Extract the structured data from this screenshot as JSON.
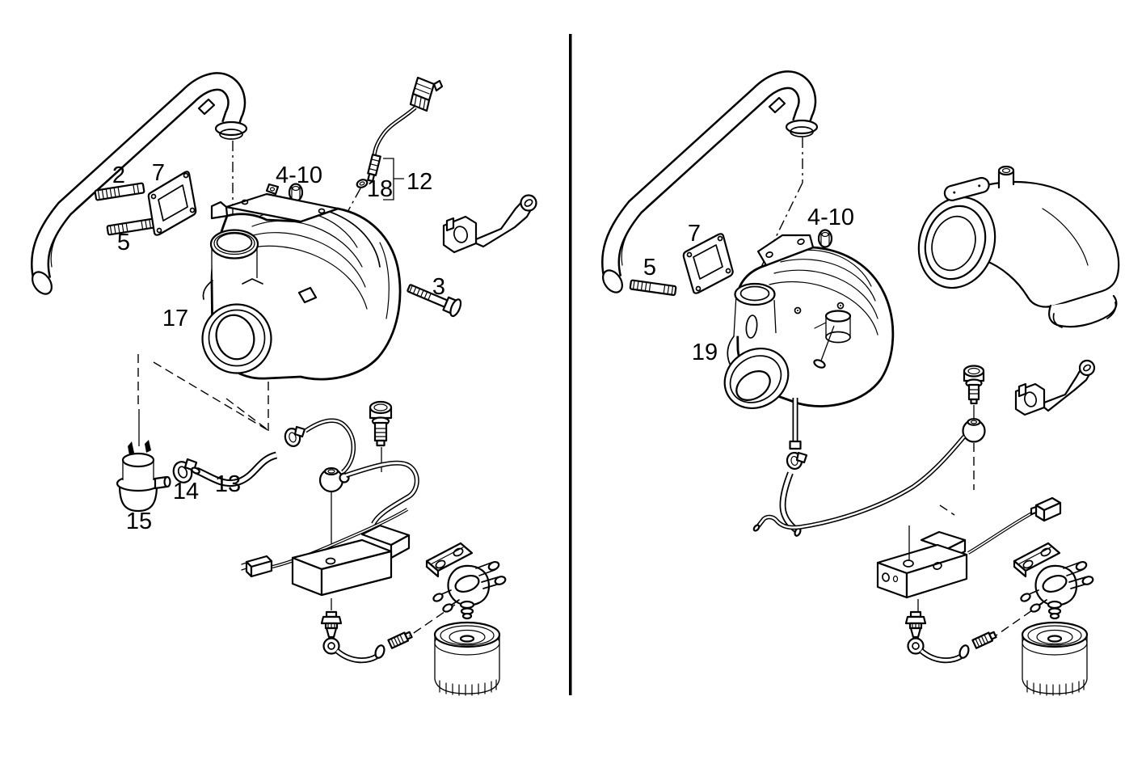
{
  "figure": {
    "type": "exploded-parts-diagram",
    "subject": "turbocharger with exhaust pipe, gaskets, sensor and fuel filter assembly",
    "panel_count": 2,
    "background_color": "#ffffff",
    "line_color": "#000000"
  },
  "left_panel": {
    "labels": {
      "stud_upper": "2",
      "bolt": "3",
      "nut_range": "4-10",
      "stud_lower": "5",
      "gasket": "7",
      "sensor_harness": "12",
      "hose": "13",
      "clamp": "14",
      "actuator": "15",
      "turbocharger": "17",
      "o_ring": "18"
    }
  },
  "right_panel": {
    "labels": {
      "nut_range": "4-10",
      "stud": "5",
      "gasket": "7",
      "turbocharger": "19"
    }
  }
}
